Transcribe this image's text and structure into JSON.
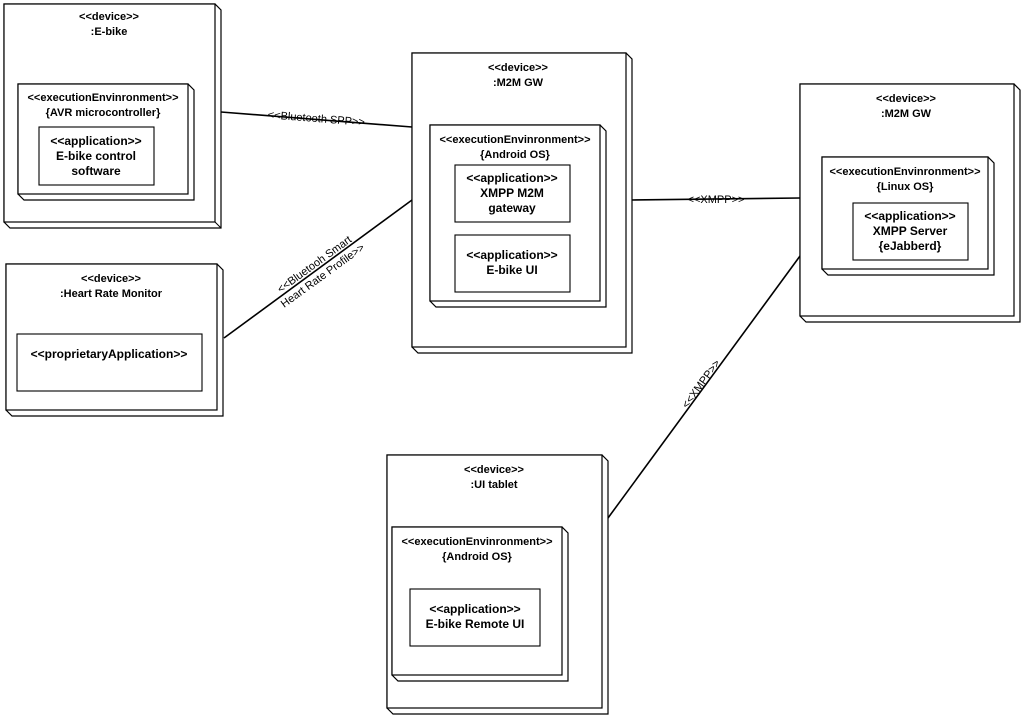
{
  "connections": [
    {
      "id": "ebike-gw",
      "label": "<<Bluetooth SPP>>"
    },
    {
      "id": "hrm-gw",
      "label_lines": [
        "<<Bluetooh Smart",
        "Heart Rate Profile>>"
      ]
    },
    {
      "id": "gw-server",
      "label": "<<XMPP>>"
    },
    {
      "id": "tablet-server",
      "label": "<<XMPP>>"
    }
  ],
  "nodes": {
    "ebike": {
      "stereotype": "<<device>>",
      "name": ":E-bike",
      "env": {
        "stereotype": "<<executionEnvinronment>>",
        "name": "{AVR microcontroller}",
        "apps": [
          {
            "stereotype": "<<application>>",
            "lines": [
              "E-bike control",
              "software"
            ]
          }
        ]
      }
    },
    "hrm": {
      "stereotype": "<<device>>",
      "name": ":Heart Rate Monitor",
      "app": {
        "label": "<<proprietaryApplication>>"
      }
    },
    "gw": {
      "stereotype": "<<device>>",
      "name": ":M2M GW",
      "env": {
        "stereotype": "<<executionEnvinronment>>",
        "name": "{Android OS}",
        "apps": [
          {
            "stereotype": "<<application>>",
            "lines": [
              "XMPP M2M",
              "gateway"
            ]
          },
          {
            "stereotype": "<<application>>",
            "lines": [
              "E-bike UI"
            ]
          }
        ]
      }
    },
    "server": {
      "stereotype": "<<device>>",
      "name": ":M2M GW",
      "env": {
        "stereotype": "<<executionEnvinronment>>",
        "name": "{Linux OS}",
        "apps": [
          {
            "stereotype": "<<application>>",
            "lines": [
              "XMPP Server",
              "{eJabberd}"
            ]
          }
        ]
      }
    },
    "tablet": {
      "stereotype": "<<device>>",
      "name": ":UI tablet",
      "env": {
        "stereotype": "<<executionEnvinronment>>",
        "name": "{Android OS}",
        "apps": [
          {
            "stereotype": "<<application>>",
            "lines": [
              "E-bike Remote UI"
            ]
          }
        ]
      }
    }
  }
}
